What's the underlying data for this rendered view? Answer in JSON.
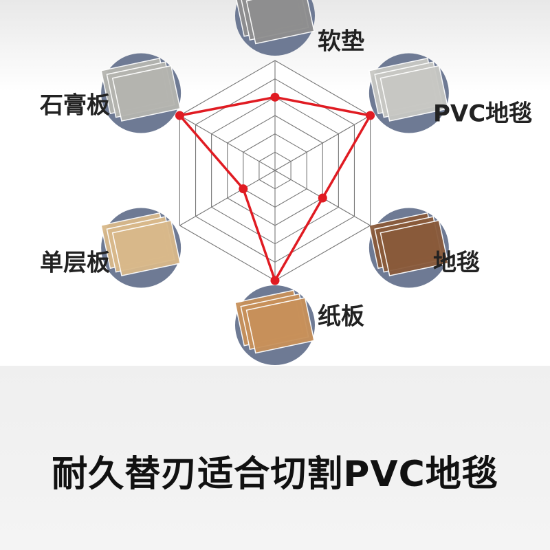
{
  "chart_data": {
    "type": "radar",
    "axes": [
      "软垫",
      "PVC地毯",
      "地毯",
      "纸板",
      "单层板",
      "石膏板"
    ],
    "rings": 6,
    "values": [
      4,
      6,
      3,
      6,
      2,
      6
    ],
    "max": 6,
    "series_color": "#e01b22",
    "grid_color": "#777777"
  },
  "material_icons": [
    {
      "axis": "软垫",
      "icon": "foam-pad-sample-icon",
      "color": "#8f8f8f"
    },
    {
      "axis": "PVC地毯",
      "icon": "pvc-sheet-sample-icon",
      "color": "#c8c8c4"
    },
    {
      "axis": "地毯",
      "icon": "carpet-sample-icon",
      "color": "#8a5a3a"
    },
    {
      "axis": "纸板",
      "icon": "cardboard-sample-icon",
      "color": "#c8915a"
    },
    {
      "axis": "单层板",
      "icon": "plywood-sample-icon",
      "color": "#d9b98a"
    },
    {
      "axis": "石膏板",
      "icon": "gypsum-board-sample-icon",
      "color": "#b5b5b0"
    }
  ],
  "caption": "耐久替刃适合切割PVC地毯"
}
